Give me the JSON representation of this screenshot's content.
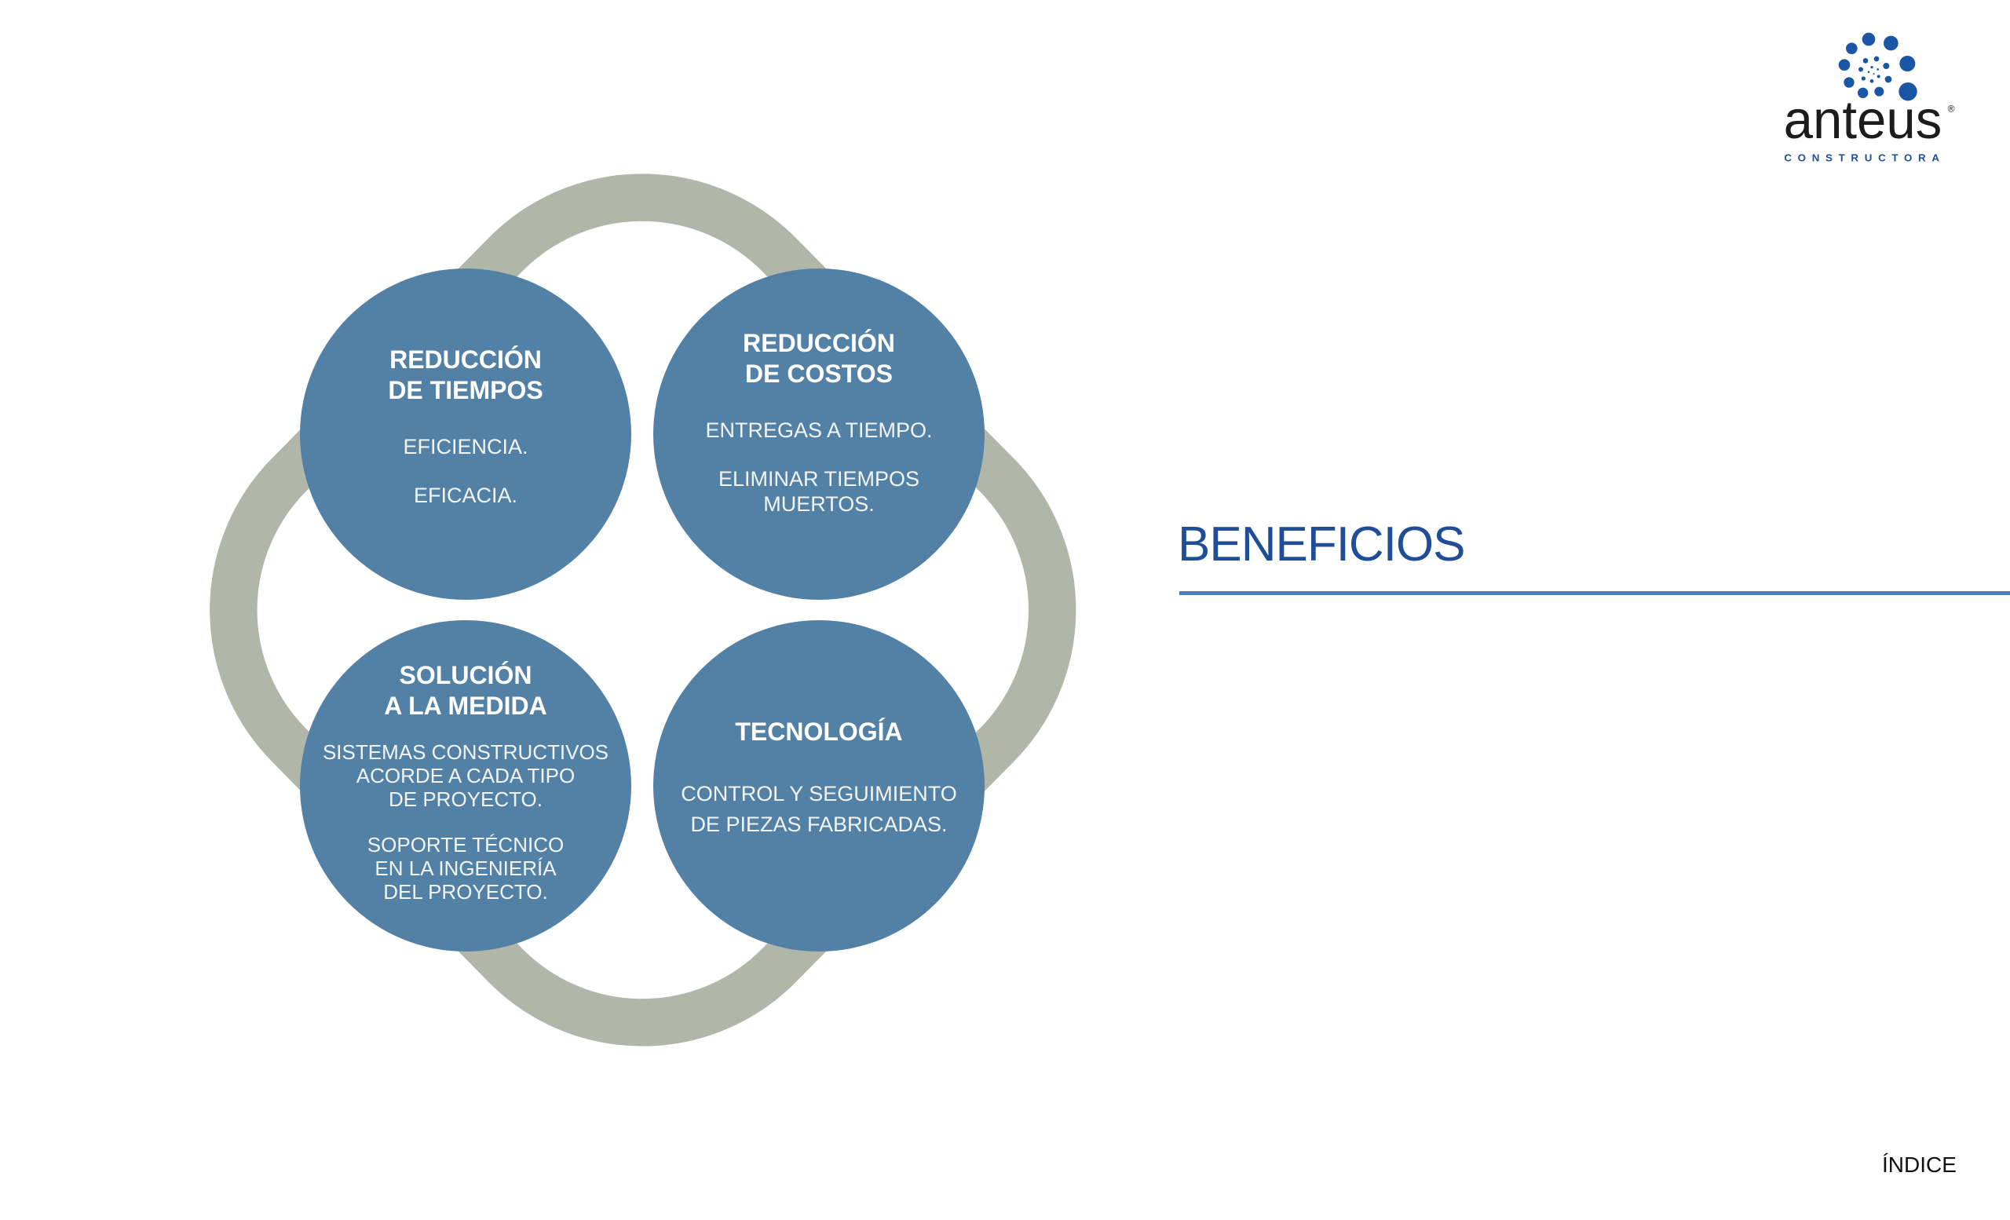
{
  "logo": {
    "name": "anteus",
    "tagline": "CONSTRUCTORA",
    "registered": "®"
  },
  "colors": {
    "circle": "#5381a6",
    "ring": "#b0b6a8",
    "title": "#1f4e96",
    "rule": "#4f7fb6"
  },
  "circles": [
    {
      "heading": "REDUCCIÓN\nDE TIEMPOS",
      "items": [
        "EFICIENCIA.",
        "EFICACIA."
      ]
    },
    {
      "heading": "REDUCCIÓN\nDE COSTOS",
      "items": [
        "ENTREGAS A TIEMPO.",
        "ELIMINAR TIEMPOS\nMUERTOS."
      ]
    },
    {
      "heading": "SOLUCIÓN\nA LA MEDIDA",
      "items": [
        "SISTEMAS CONSTRUCTIVOS\nACORDE A CADA TIPO\nDE PROYECTO.",
        "SOPORTE TÉCNICO\nEN LA INGENIERÍA\nDEL PROYECTO."
      ]
    },
    {
      "heading": "TECNOLOGÍA",
      "items": [
        "CONTROL Y SEGUIMIENTO\nDE PIEZAS FABRICADAS."
      ]
    }
  ],
  "section_title": "BENEFICIOS",
  "index_link": "ÍNDICE"
}
